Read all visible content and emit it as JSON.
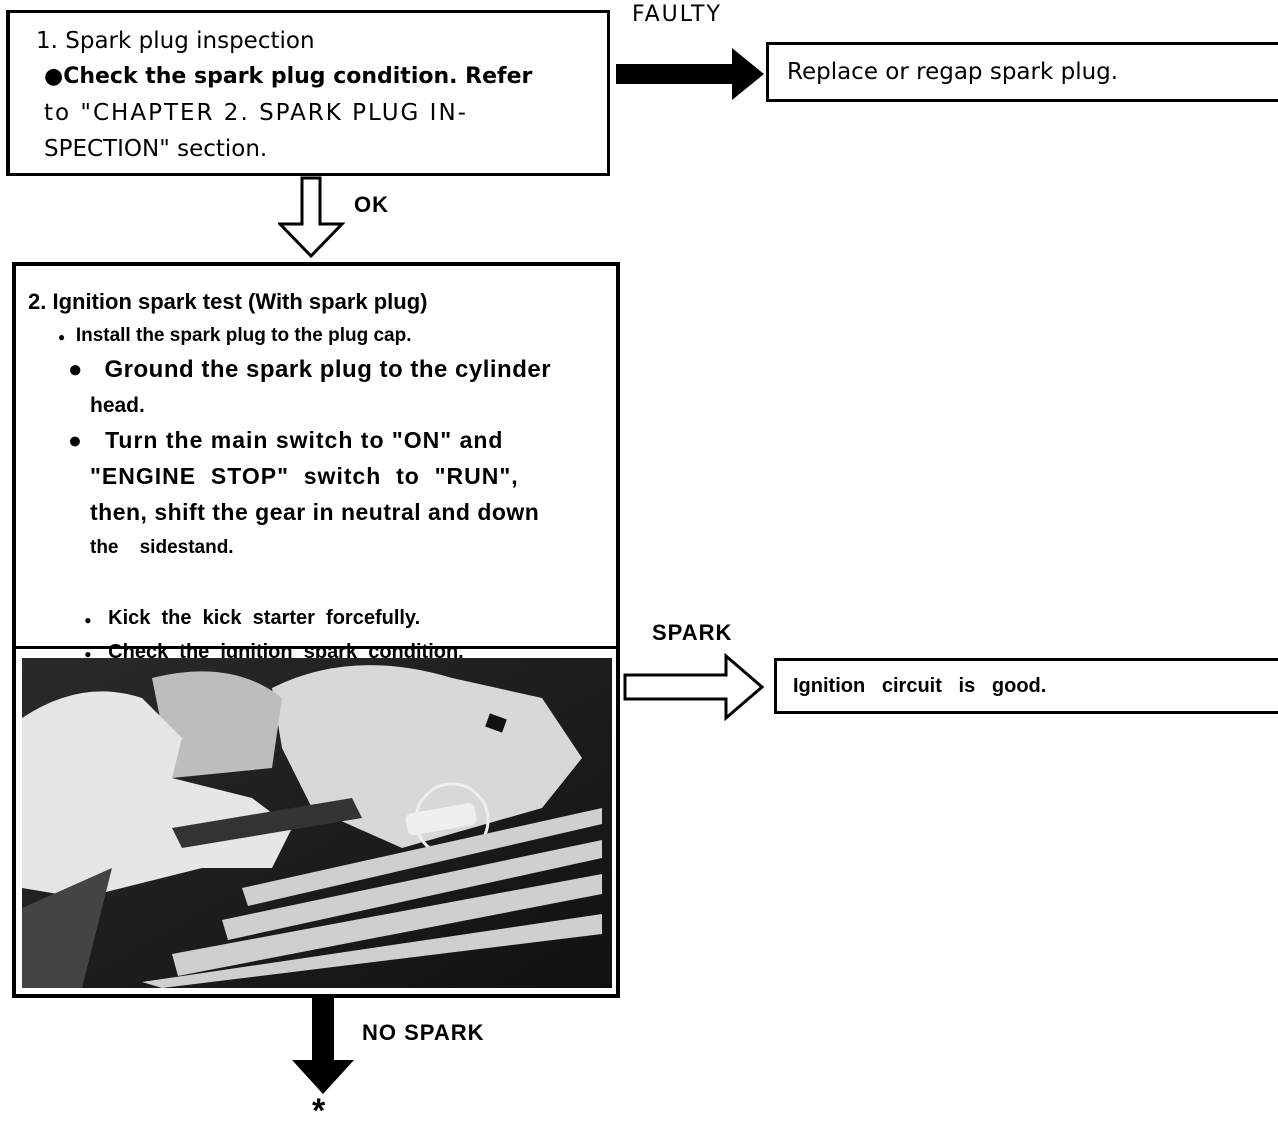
{
  "step1": {
    "title": "1. Spark plug inspection",
    "bullet": "●Check the spark plug condition. Refer",
    "line2": "to \"CHAPTER 2. SPARK PLUG IN-",
    "line3": "SPECTION\" section."
  },
  "faulty_label": "FAULTY",
  "faulty_result": "Replace or regap spark plug.",
  "ok_label": "OK",
  "step2": {
    "title": "2. Ignition spark test (With spark plug)",
    "b1": "Install the spark plug to the plug cap.",
    "b2a": "Ground the spark plug to the cylinder",
    "b2b": "head.",
    "b3a": "Turn the main switch to \"ON\" and",
    "b3b": "\"ENGINE  STOP\"  switch  to  \"RUN\",",
    "b3c": "then, shift the gear in neutral and down",
    "b3d": "the    sidestand.",
    "b4": "Kick  the  kick  starter  forcefully.",
    "b5": "Check  the  ignition  spark  condition."
  },
  "spark_label": "SPARK",
  "spark_result": "Ignition   circuit   is   good.",
  "no_spark_label": "NO SPARK",
  "continuation_mark": "*",
  "photo_description_icon": "engine-photo"
}
